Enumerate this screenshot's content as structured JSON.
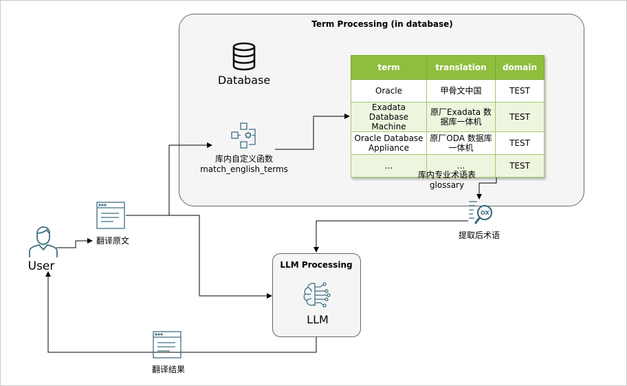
{
  "term_panel": {
    "title": "Term Processing (in database)"
  },
  "database": {
    "label": "Database"
  },
  "function": {
    "line1": "库内自定义函数",
    "line2": "match_english_terms"
  },
  "glossary": {
    "headers": [
      "term",
      "translation",
      "domain"
    ],
    "rows": [
      {
        "term": "Oracle",
        "translation": "甲骨文中国",
        "domain": "TEST"
      },
      {
        "term": "Exadata Database Machine",
        "translation": "原厂Exadata 数据库一体机",
        "domain": "TEST"
      },
      {
        "term": "Oracle Database Appliance",
        "translation": "原厂ODA 数据库一体机",
        "domain": "TEST"
      },
      {
        "term": "...",
        "translation": "...",
        "domain": "TEST"
      }
    ],
    "caption_line1": "库内专业术语表",
    "caption_line2": "glossary"
  },
  "extracted_terms": {
    "label": "提取后术语"
  },
  "user": {
    "label": "User"
  },
  "source_doc": {
    "label": "翻译原文"
  },
  "result_doc": {
    "label": "翻译结果"
  },
  "llm_panel": {
    "title": "LLM Processing",
    "label": "LLM"
  },
  "colors": {
    "header_green": "#8fbe3e",
    "row_green": "#eef5df",
    "icon_teal": "#3c6e81",
    "panel_bg": "#f5f5f5"
  }
}
